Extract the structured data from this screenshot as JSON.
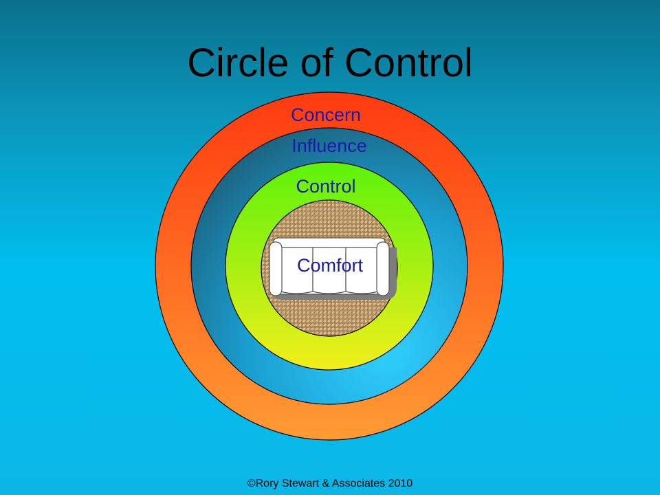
{
  "slide": {
    "title": "Circle of Control",
    "footer": "©Rory Stewart & Associates 2010"
  },
  "circles": {
    "concern": {
      "label": "Concern",
      "color_top": "#ff3a10",
      "color_bottom": "#ff9b33"
    },
    "influence": {
      "label": "Influence",
      "color_dark": "#1c5f7a",
      "color_light": "#2fd0ff"
    },
    "control": {
      "label": "Control",
      "color_top": "#5cf20a",
      "color_bottom": "#f2ef1a"
    },
    "comfort": {
      "label": "Comfort",
      "color": "#c2a173"
    }
  },
  "colors": {
    "label_text": "#1a1aa8",
    "background_top": "#0b6f8c",
    "background_bottom": "#00bff0"
  },
  "icons": {
    "comfort_image": "sofa-icon"
  }
}
